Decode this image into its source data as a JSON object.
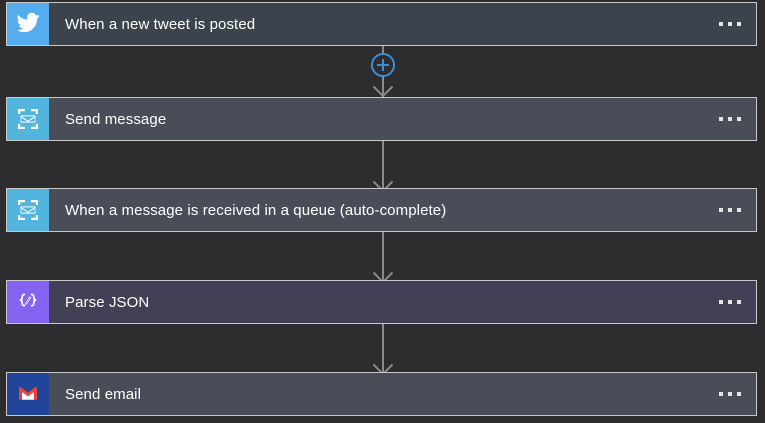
{
  "canvas": {
    "background_color": "#2d2d30",
    "card_border_color": "#c8c8c8",
    "connector_color": "#8a8a8a",
    "plus_button_color": "#3b8fd4"
  },
  "steps": [
    {
      "title": "When a new tweet is posted",
      "icon": "twitter-icon",
      "icon_bg": "#55acee",
      "card_bg": "#3b444c",
      "menu_label": "..."
    },
    {
      "title": "Send message",
      "icon": "service-bus-icon",
      "icon_bg": "#51b5dd",
      "card_bg": "#494d57",
      "menu_label": "..."
    },
    {
      "title": "When a message is received in a queue (auto-complete)",
      "icon": "service-bus-icon",
      "icon_bg": "#51b5dd",
      "card_bg": "#494d57",
      "menu_label": "..."
    },
    {
      "title": "Parse JSON",
      "icon": "parse-json-icon",
      "icon_bg": "#8364f0",
      "card_bg": "#433f54",
      "menu_label": "..."
    },
    {
      "title": "Send email",
      "icon": "gmail-icon",
      "icon_bg": "#21459b",
      "card_bg": "#494d57",
      "menu_label": "..."
    }
  ],
  "connectors": [
    {
      "has_add_button": true,
      "add_button_label": "+"
    },
    {
      "has_add_button": false,
      "add_button_label": ""
    },
    {
      "has_add_button": false,
      "add_button_label": ""
    },
    {
      "has_add_button": false,
      "add_button_label": ""
    }
  ]
}
